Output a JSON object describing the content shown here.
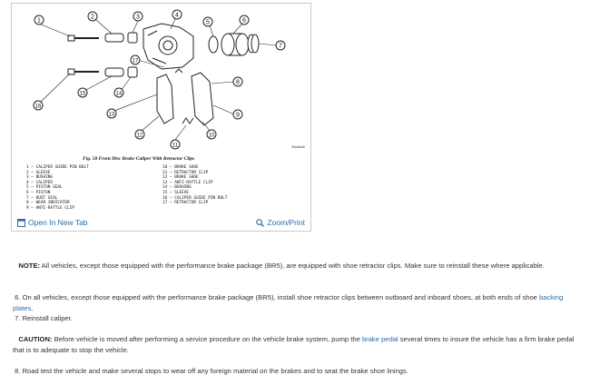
{
  "figure": {
    "title": "Fig. 58 Front Disc Brake Caliper With Retractor Clips",
    "watermark": "M4a6a4b",
    "legend_left": [
      "1 – CALIPER GUIDE PIN BOLT",
      "2 – SLEEVE",
      "3 – BUSHING",
      "4 – CALIPER",
      "5 – PISTON SEAL",
      "6 – PISTON",
      "7 – DUST SEAL",
      "8 – WEAR INDICATOR",
      "9 – ANTI-RATTLE CLIP"
    ],
    "legend_right": [
      "10 – BRAKE SHOE",
      "11 – RETRACTOR CLIP",
      "12 – BRAKE SHOE",
      "13 – ANTI-RATTLE CLIP",
      "14 – BUSHING",
      "15 – SLEEVE",
      "16 – CALIPER GUIDE PIN BOLT",
      "17 – RETRACTOR CLIP"
    ],
    "callouts": [
      "1",
      "2",
      "3",
      "4",
      "5",
      "6",
      "7",
      "8",
      "9",
      "10",
      "11",
      "12",
      "13",
      "14",
      "15",
      "16",
      "17"
    ],
    "open_tab": "Open In New Tab",
    "zoom_print": "Zoom/Print",
    "link_color": "#2e6ca3"
  },
  "content": {
    "note_label": "NOTE:",
    "note_text": " All vehicles, except those equipped with the performance brake package (BR5), are equipped with shoe retractor clips. Make sure to reinstall these where applicable.",
    "step6_text": "6. On all vehicles, except those equipped with the performance brake package (BR5), install shoe retractor clips between outboard and inboard shoes, at both ends of shoe ",
    "step6_link": "backing plates",
    "step6_end": ".",
    "step7": "7. Reinstall caliper.",
    "caution_label": "CAUTION:",
    "caution_text1": " Before vehicle is moved after performing a service procedure on the vehicle brake system, pump the ",
    "caution_link": "brake pedal",
    "caution_text2": " several times to insure the vehicle has a firm brake pedal that is to adequate to stop the vehicle.",
    "step8": "8. Road test the vehicle and make several stops to wear off any foreign material on the brakes and to seat the brake shoe linings."
  }
}
